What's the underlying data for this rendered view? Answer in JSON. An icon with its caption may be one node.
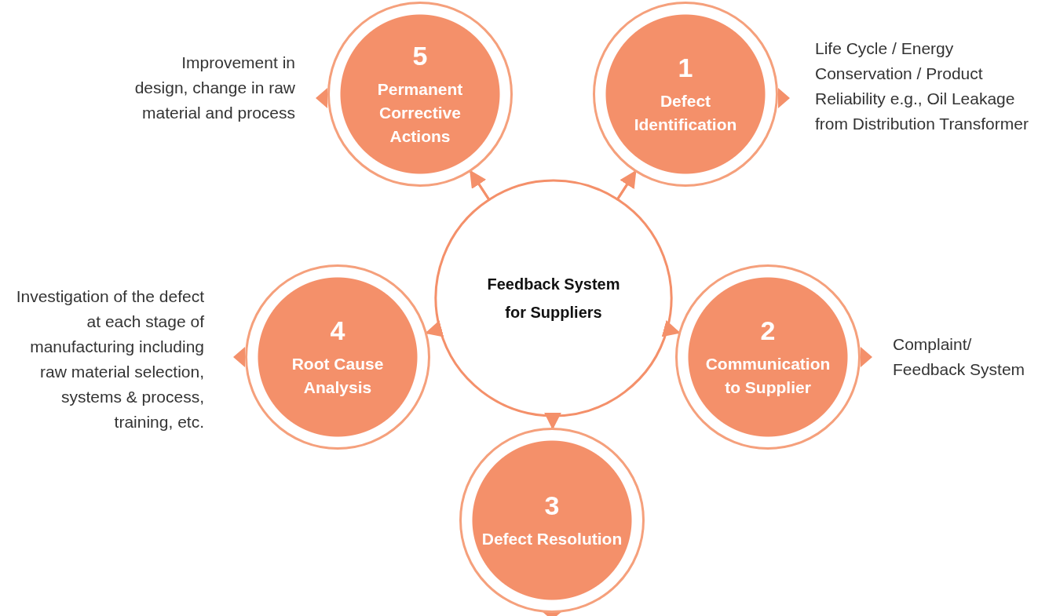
{
  "diagram": {
    "nodes": [
      {
        "text": [
          "1",
          "Defect Identification"
        ],
        "beside": [
          "Life Cycle / Energy Conservation / Product Reliability e.g., Oil Leakage from Distribution Transformer"
        ]
      },
      {
        "text": [
          "2",
          "Communication to Supplier"
        ],
        "beside": [
          "Complaint/ Feedback System"
        ]
      },
      {
        "text": [
          "3",
          "Defect Resolution"
        ]
      },
      {
        "text": [
          "4",
          "Root Cause Analysis"
        ],
        "beside": [
          "Investigation of the defect at each stage of manufacturing including raw material selection, systems & process, training, etc."
        ]
      },
      {
        "text": [
          "5",
          "Permanent Corrective Actions"
        ],
        "beside": [
          "Improvement in design, change in raw material and process"
        ]
      },
      {
        "text": [
          "Feedback System for Suppliers"
        ]
      }
    ],
    "edges": [
      {
        "from": 0,
        "to": 1,
        "arrow": "to"
      },
      {
        "from": 1,
        "to": 2,
        "arrow": "to"
      },
      {
        "from": 2,
        "to": 3,
        "arrow": "to"
      },
      {
        "from": 3,
        "to": 4,
        "arrow": "to"
      },
      {
        "from": 4,
        "to": 0,
        "arrow": "to"
      }
    ]
  }
}
